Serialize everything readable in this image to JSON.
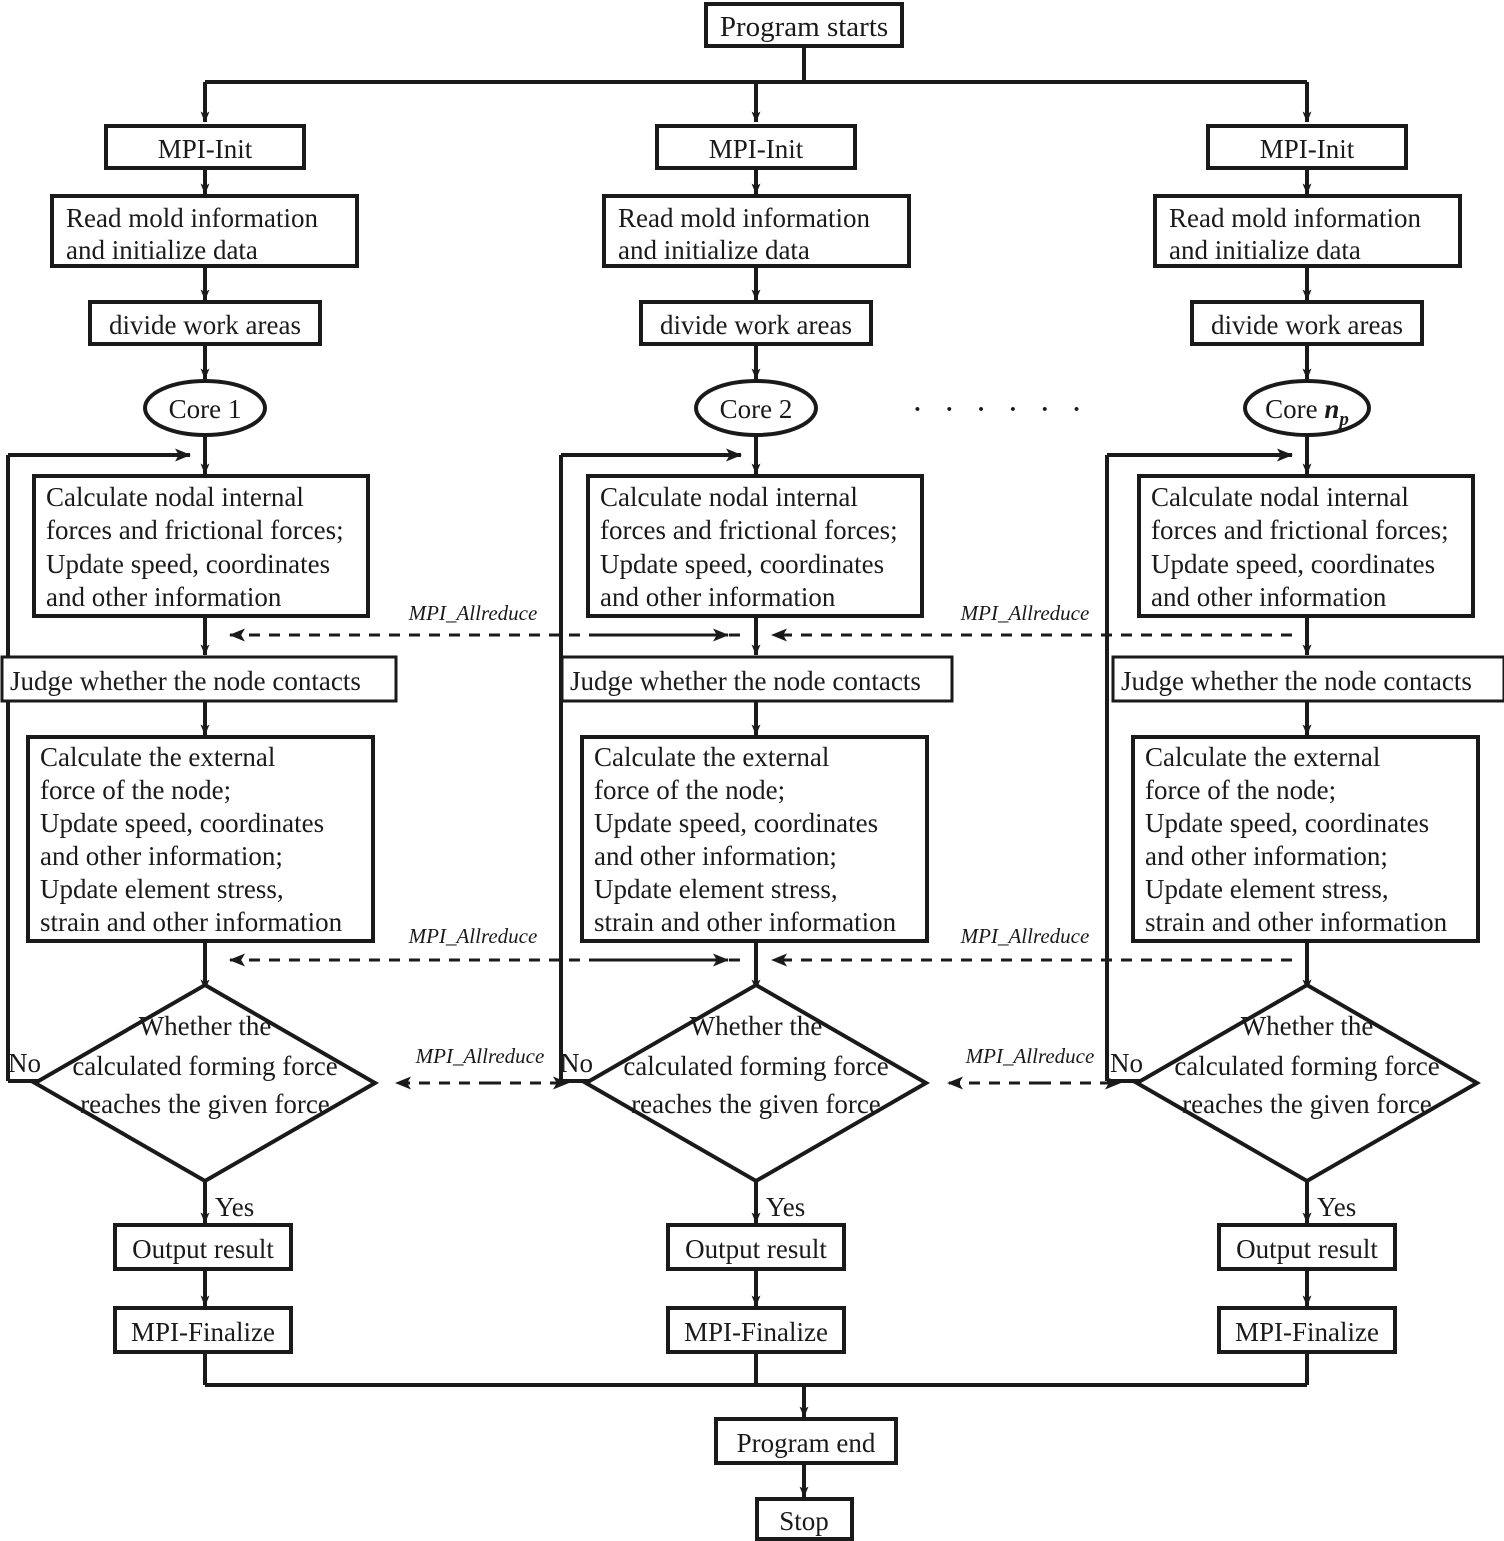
{
  "diagram": {
    "title": "Parallel MPI simulation program flowchart",
    "start": "Program starts",
    "end": "Program end",
    "stop": "Stop",
    "ellipsis": "· · · · · ·",
    "allreduce_label": "MPI_Allreduce",
    "yes_label": "Yes",
    "no_label": "No",
    "columns": [
      {
        "id": "core-1",
        "core_label": "Core 1",
        "core_prefix": "Core ",
        "core_suffix": "1",
        "core_suffix_sub": "",
        "steps": {
          "mpi_init": "MPI-Init",
          "read_mold": [
            "Read mold information",
            "and initialize data"
          ],
          "divide": "divide work areas",
          "calc_internal": [
            "Calculate nodal internal",
            "forces and frictional forces;",
            "Update speed, coordinates",
            "and other information"
          ],
          "judge_contact": "Judge whether the node contacts",
          "calc_external": [
            "Calculate the external",
            "force of the node;",
            "Update speed, coordinates",
            "and other information;",
            "Update element stress,",
            "strain and other information"
          ],
          "decision": [
            "Whether the",
            "calculated forming force",
            "reaches the given force"
          ],
          "output": "Output result",
          "finalize": "MPI-Finalize"
        }
      },
      {
        "id": "core-2",
        "core_label": "Core 2",
        "core_prefix": "Core ",
        "core_suffix": "2",
        "core_suffix_sub": "",
        "steps": {
          "mpi_init": "MPI-Init",
          "read_mold": [
            "Read mold information",
            "and initialize data"
          ],
          "divide": "divide work areas",
          "calc_internal": [
            "Calculate nodal internal",
            "forces and frictional forces;",
            "Update speed, coordinates",
            "and other information"
          ],
          "judge_contact": "Judge whether the node contacts",
          "calc_external": [
            "Calculate the external",
            "force of the node;",
            "Update speed, coordinates",
            "and other information;",
            "Update element stress,",
            "strain and other information"
          ],
          "decision": [
            "Whether the",
            "calculated forming force",
            "reaches the given force"
          ],
          "output": "Output result",
          "finalize": "MPI-Finalize"
        }
      },
      {
        "id": "core-np",
        "core_label": "Core n_p",
        "core_prefix": "Core ",
        "core_suffix": "n",
        "core_suffix_sub": "p",
        "steps": {
          "mpi_init": "MPI-Init",
          "read_mold": [
            "Read mold information",
            "and initialize data"
          ],
          "divide": "divide work areas",
          "calc_internal": [
            "Calculate nodal internal",
            "forces and frictional forces;",
            "Update speed, coordinates",
            "and other information"
          ],
          "judge_contact": "Judge whether the node contacts",
          "calc_external": [
            "Calculate the external",
            "force of the node;",
            "Update speed, coordinates",
            "and other information;",
            "Update element stress,",
            "strain and other information"
          ],
          "decision": [
            "Whether the",
            "calculated forming force",
            "reaches the given force"
          ],
          "output": "Output result",
          "finalize": "MPI-Finalize"
        }
      }
    ],
    "colors": {
      "ink": "#1a1a1a",
      "paper": "#ffffff"
    }
  }
}
